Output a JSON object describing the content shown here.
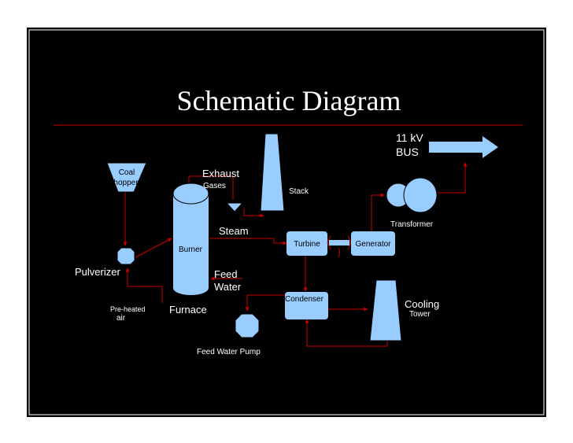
{
  "title": "Schematic Diagram",
  "labels": {
    "bus_line1": "11 kV",
    "bus_line2": "BUS",
    "coal_line1": "Coal",
    "coal_line2": "hopper",
    "exhaust": "Exhaust",
    "gases": "Gases",
    "stack": "Stack",
    "transformer": "Transformer",
    "steam": "Steam",
    "burner": "Burner",
    "turbine": "Turbine",
    "generator": "Generator",
    "pulverizer": "Pulverizer",
    "feed": "Feed",
    "water": "Water",
    "condenser": "Condenser",
    "cooling": "Cooling",
    "tower": "Tower",
    "preheated": "Pre-heated",
    "air": "air",
    "furnace": "Furnace",
    "feed_water_pump": "Feed Water Pump"
  },
  "colors": {
    "background": "#000000",
    "equipment_fill": "#99ccff",
    "flow_line": "#cc0000",
    "text": "#ffffff",
    "divider": "#cc0000"
  }
}
